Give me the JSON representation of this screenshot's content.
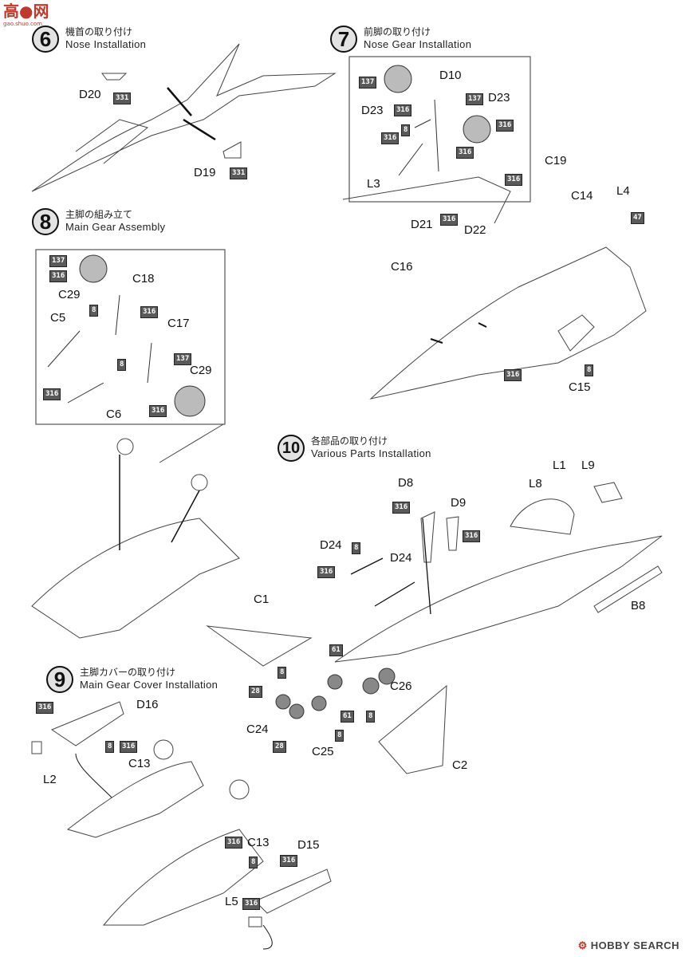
{
  "logo": {
    "text": "高●网",
    "subtext": "gao.shuo.com"
  },
  "steps": {
    "s6": {
      "number": "6",
      "jp": "機首の取り付け",
      "en": "Nose Installation"
    },
    "s7": {
      "number": "7",
      "jp": "前脚の取り付け",
      "en": "Nose Gear Installation"
    },
    "s8": {
      "number": "8",
      "jp": "主脚の組み立て",
      "en": "Main Gear Assembly"
    },
    "s9": {
      "number": "9",
      "jp": "主脚カバーの取り付け",
      "en": "Main Gear Cover Installation"
    },
    "s10": {
      "number": "10",
      "jp": "各部品の取り付け",
      "en": "Various Parts Installation"
    }
  },
  "parts": {
    "s6": {
      "d20": "D20",
      "d19": "D19"
    },
    "s7": {
      "d10": "D10",
      "d23a": "D23",
      "d23b": "D23",
      "l3": "L3",
      "c19": "C19",
      "c14": "C14",
      "l4": "L4",
      "d21": "D21",
      "d22": "D22",
      "c16": "C16",
      "c15": "C15"
    },
    "s8": {
      "c18": "C18",
      "c29a": "C29",
      "c5": "C5",
      "c17": "C17",
      "c29b": "C29",
      "c6": "C6"
    },
    "s9": {
      "d16": "D16",
      "l2": "L2",
      "c13a": "C13",
      "c13b": "C13",
      "d15": "D15",
      "l5": "L5"
    },
    "s10": {
      "d8": "D8",
      "d9": "D9",
      "d24a": "D24",
      "d24b": "D24",
      "c1": "C1",
      "l1": "L1",
      "l9": "L9",
      "l8": "L8",
      "b8": "B8",
      "c26": "C26",
      "c24": "C24",
      "c25": "C25",
      "c2": "C2"
    }
  },
  "paint_codes": {
    "s6": [
      "331",
      "331"
    ],
    "s7": [
      "137",
      "316",
      "137",
      "316",
      "8",
      "316",
      "316",
      "316",
      "47",
      "316",
      "316",
      "8"
    ],
    "s8": [
      "137",
      "316",
      "8",
      "316",
      "8",
      "137",
      "316",
      "316"
    ],
    "s9": [
      "316",
      "8",
      "316",
      "316",
      "8",
      "316",
      "316"
    ],
    "s10": [
      "316",
      "316",
      "8",
      "316",
      "61",
      "8",
      "28",
      "28",
      "61",
      "8",
      "8"
    ]
  },
  "footer": {
    "brand": "HOBBY SEARCH"
  }
}
